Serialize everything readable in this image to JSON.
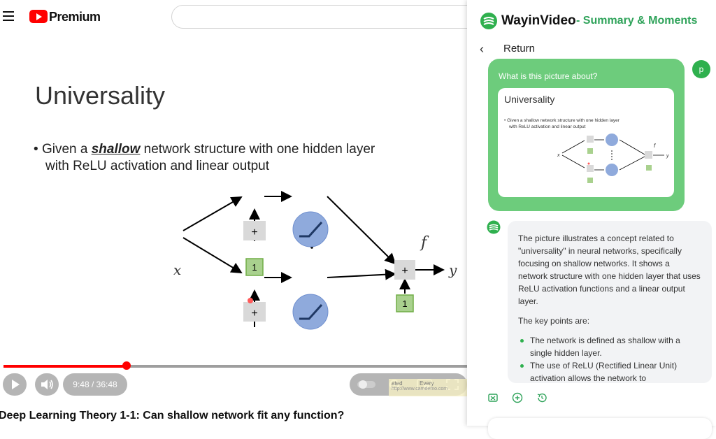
{
  "youtube": {
    "brand": "Premium",
    "search_placeholder": ""
  },
  "slide": {
    "title": "Universality",
    "bullet_pre": "Given a ",
    "bullet_emph": "shallow",
    "bullet_post": " network structure  with one hidden layer",
    "bullet_line2": "with ReLU activation and linear output",
    "labels": {
      "x": "x",
      "y": "y",
      "f": "f",
      "plus": "+",
      "one": "1"
    }
  },
  "player": {
    "time": "9:48 / 36:48",
    "progress": 0.266,
    "watermark_line1": "ated",
    "watermark_line2": "Every",
    "watermark_line3": "http://www.camdemo.com"
  },
  "video_title": "Deep Learning Theory 1-1: Can shallow network fit any function?",
  "panel": {
    "brand": "WayinVideo",
    "brand_sub": "- Summary & Moments",
    "return_label": "Return",
    "user_initial": "p",
    "question": "What is this picture about?",
    "thumb_title": "Universality",
    "thumb_bullet_line1": "•  Given a shallow network structure  with one hidden layer",
    "thumb_bullet_line2": "with ReLU activation and linear output",
    "answer_p1": "The picture illustrates a concept related to \"universality\" in neural networks, specifically focusing on shallow networks. It shows a network structure with one hidden layer that uses ReLU activation functions and a linear output layer.",
    "answer_p2": "The key points are:",
    "answer_points": [
      "The network is defined as shallow with a single hidden layer.",
      "The use of ReLU (Rectified Linear Unit) activation allows the network to"
    ],
    "accent": "#2fa35a"
  }
}
